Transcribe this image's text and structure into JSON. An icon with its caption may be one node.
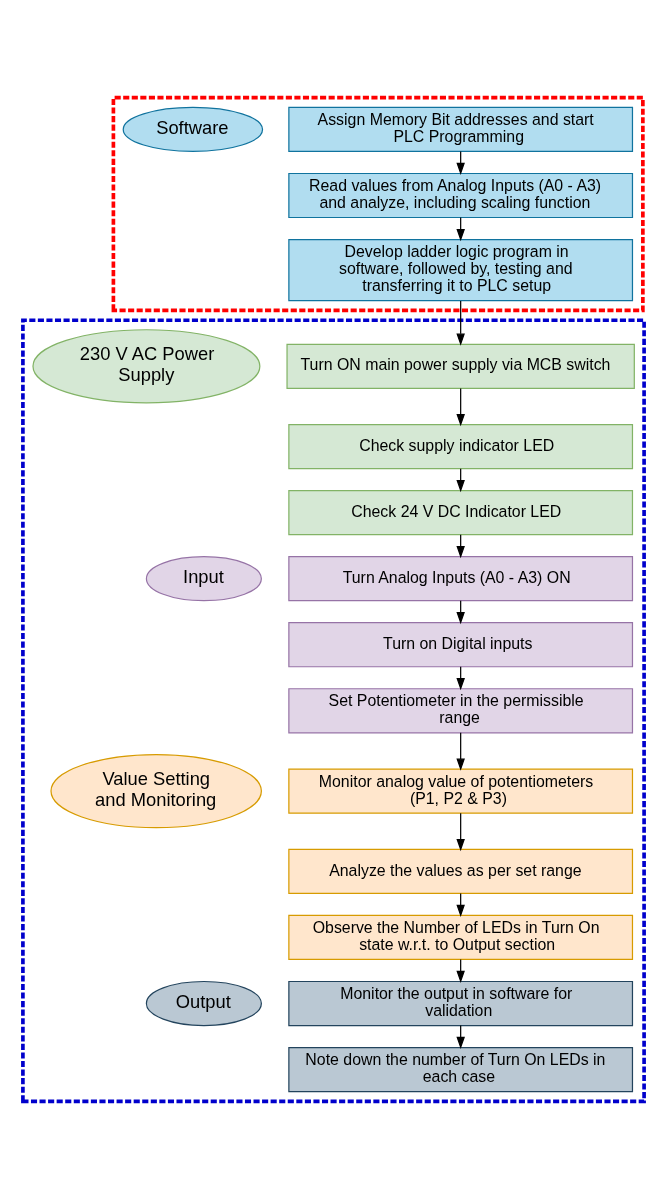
{
  "diagram": {
    "nodes": [
      {
        "text": [],
        "shape": "box"
      },
      {
        "text": [
          "Software"
        ],
        "in": 0
      },
      {
        "text": [
          "Assign Memory Bit addresses and start PLC Programming"
        ],
        "in": 0
      },
      {
        "text": [
          "Read values from Analog Inputs (A0 - A3) and analyze, including scaling function"
        ],
        "in": 0
      },
      {
        "text": [
          "Develop ladder logic program in software, followed by, testing and transferring it to PLC setup"
        ],
        "in": 0
      },
      {
        "text": [],
        "shape": "box"
      },
      {
        "text": [
          "230 V AC Power Supply"
        ],
        "in": 5
      },
      {
        "text": [
          "Turn ON main power supply via MCB switch"
        ],
        "in": 5
      },
      {
        "text": [
          "Check supply indicator LED"
        ],
        "in": 5
      },
      {
        "text": [
          "Check 24 V DC Indicator LED"
        ],
        "in": 5
      },
      {
        "text": [
          "Input"
        ],
        "in": 5
      },
      {
        "text": [
          "Turn Analog Inputs (A0 - A3) ON"
        ],
        "in": 5
      },
      {
        "text": [
          "Turn on Digital inputs"
        ],
        "in": 5
      },
      {
        "text": [
          "Set Potentiometer in the permissible range"
        ],
        "in": 5
      },
      {
        "text": [
          "Value Setting and Monitoring"
        ],
        "in": 5
      },
      {
        "text": [
          "Monitor analog value of potentiometers (P1, P2 & P3)"
        ],
        "in": 5
      },
      {
        "text": [
          "Analyze the values as per set range"
        ],
        "in": 5
      },
      {
        "text": [
          "Observe the Number of LEDs in Turn On state w.r.t. to Output section"
        ],
        "in": 5
      },
      {
        "text": [
          "Output"
        ],
        "in": 5
      },
      {
        "text": [
          "Monitor the output in software for validation"
        ],
        "in": 5
      },
      {
        "text": [
          "Note down the number of Turn On LEDs in each case"
        ],
        "in": 5
      }
    ],
    "edges": [
      {
        "from": 2,
        "to": 3,
        "arrow": "to"
      },
      {
        "from": 3,
        "to": 4,
        "arrow": "to"
      },
      {
        "from": 4,
        "to": 7,
        "arrow": "to"
      },
      {
        "from": 7,
        "to": 8,
        "arrow": "to"
      },
      {
        "from": 8,
        "to": 9,
        "arrow": "to"
      },
      {
        "from": 9,
        "to": 11,
        "arrow": "to"
      },
      {
        "from": 11,
        "to": 12,
        "arrow": "to"
      },
      {
        "from": 12,
        "to": 13,
        "arrow": "to"
      },
      {
        "from": 13,
        "to": 15,
        "arrow": "to"
      },
      {
        "from": 15,
        "to": 16,
        "arrow": "to"
      },
      {
        "from": 16,
        "to": 17,
        "arrow": "to"
      },
      {
        "from": 17,
        "to": 19,
        "arrow": "to"
      },
      {
        "from": 19,
        "to": 20,
        "arrow": "to"
      }
    ]
  }
}
